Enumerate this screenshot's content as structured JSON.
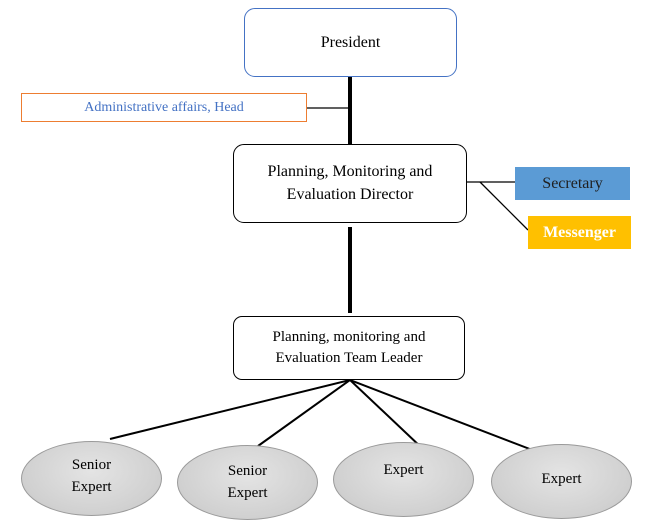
{
  "nodes": {
    "president": "President",
    "admin": "Administrative affairs, Head",
    "director": "Planning, Monitoring and\nEvaluation Director",
    "secretary": "Secretary",
    "messenger": "Messenger",
    "team_leader": "Planning, monitoring and\nEvaluation Team Leader",
    "experts": [
      "Senior\nExpert",
      "Senior\nExpert",
      "Expert",
      "Expert"
    ]
  },
  "colors": {
    "president_border": "#4472c4",
    "admin_border": "#ed7d31",
    "admin_text": "#4472c4",
    "secretary_fill": "#5b9bd5",
    "messenger_fill": "#ffc000",
    "expert_fill": "#d0d0d0"
  }
}
